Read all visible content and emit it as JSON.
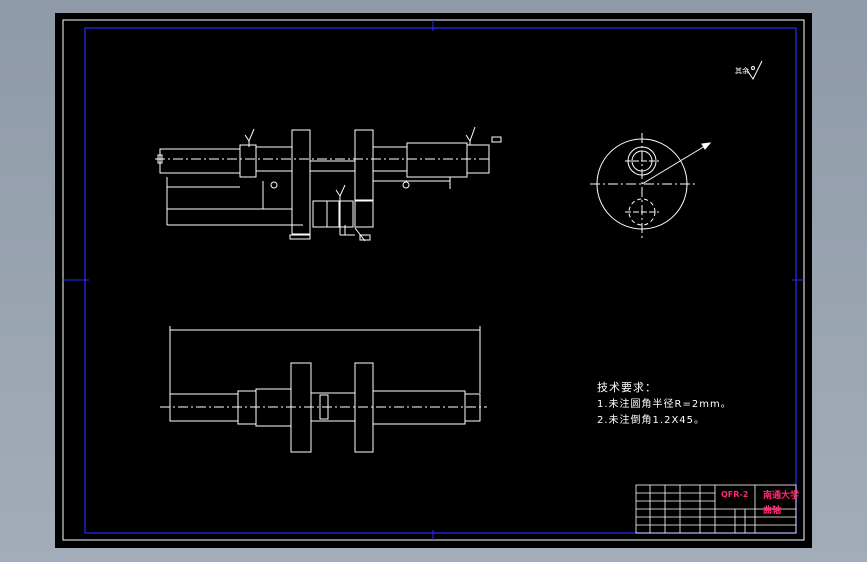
{
  "sheet": {
    "colors": {
      "background": "#000000",
      "frame": "#2a2aff",
      "geometry": "#ffffff",
      "centerline": "#ffffff",
      "titleblock_text": "#ff2a6d",
      "titleblock_lines": "#ffffff"
    }
  },
  "roughness_note": {
    "label": "其余",
    "icon": "surface-roughness-icon"
  },
  "tech_requirements": {
    "heading": "技术要求：",
    "items": [
      "1.未注圆角半径R=2mm。",
      "2.未注倒角1.2X45。"
    ]
  },
  "title_block": {
    "drawing_no": "QFR-2",
    "org_line1": "南通大学",
    "org_line2": "曲轴"
  },
  "views": [
    "front-view",
    "side-view",
    "bottom-view"
  ]
}
